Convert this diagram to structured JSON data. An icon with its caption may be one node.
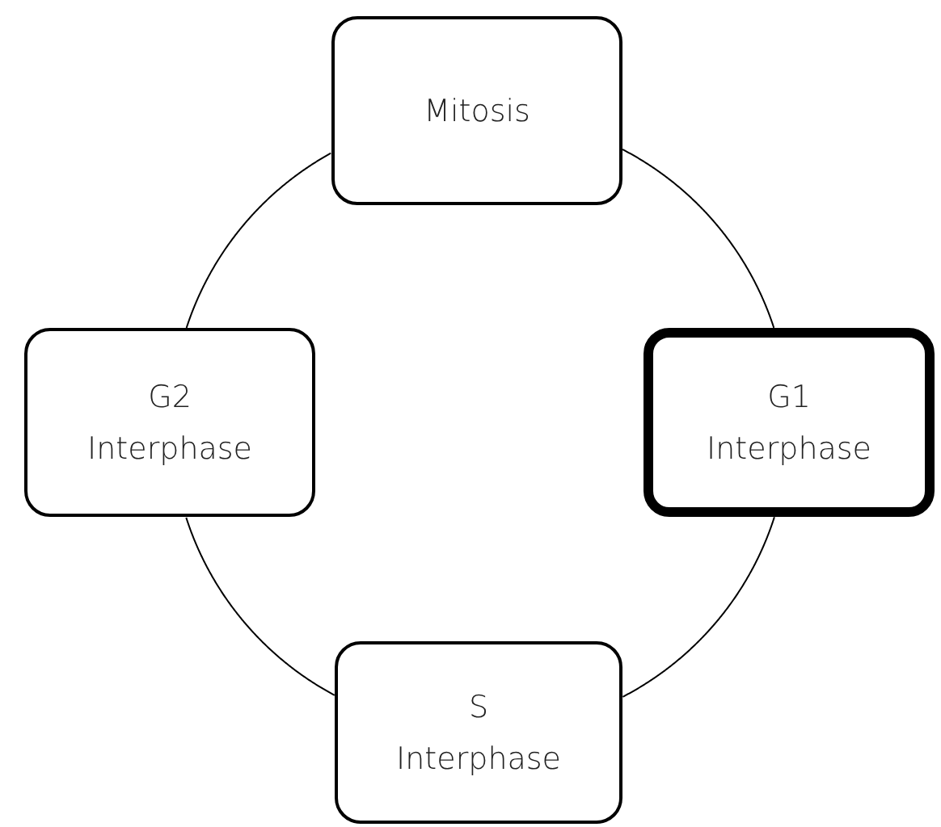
{
  "diagram": {
    "nodes": [
      {
        "text": [
          "Mitosis"
        ]
      },
      {
        "text": [
          "G2",
          "Interphase"
        ]
      },
      {
        "text": [
          "G1",
          "Interphase"
        ]
      },
      {
        "text": [
          "S",
          "Interphase"
        ]
      }
    ],
    "edges": [
      {
        "from": 0,
        "to": 2,
        "arrow": "none"
      },
      {
        "from": 2,
        "to": 3,
        "arrow": "none"
      },
      {
        "from": 3,
        "to": 1,
        "arrow": "none"
      },
      {
        "from": 1,
        "to": 0,
        "arrow": "none"
      }
    ]
  }
}
